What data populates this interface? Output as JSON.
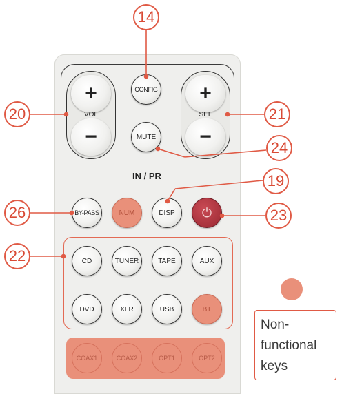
{
  "remote": {
    "vol": {
      "label": "VOL",
      "plus": "+",
      "minus": "−"
    },
    "sel": {
      "label": "SEL",
      "plus": "+",
      "minus": "−"
    },
    "config": "CONFIG",
    "mute": "MUTE",
    "section_title": "IN / PR",
    "bypass": "BY-PASS",
    "num": "NUM",
    "disp": "DISP",
    "power_symbol": "⏻",
    "inputs_row1": [
      "CD",
      "TUNER",
      "TAPE",
      "AUX"
    ],
    "inputs_row2": [
      "DVD",
      "XLR",
      "USB",
      "BT"
    ],
    "nonfunctional_keys": [
      "COAX1",
      "COAX2",
      "OPT1",
      "OPT2"
    ]
  },
  "callouts": {
    "c14": "14",
    "c20": "20",
    "c21": "21",
    "c24": "24",
    "c19": "19",
    "c26": "26",
    "c23": "23",
    "c22": "22"
  },
  "legend": {
    "line1": "Non-",
    "line2": "functional",
    "line3": "keys"
  },
  "colors": {
    "callout_red": "#e05a45",
    "nonfunctional_salmon": "#e9907a",
    "power_red": "#a8323c"
  }
}
